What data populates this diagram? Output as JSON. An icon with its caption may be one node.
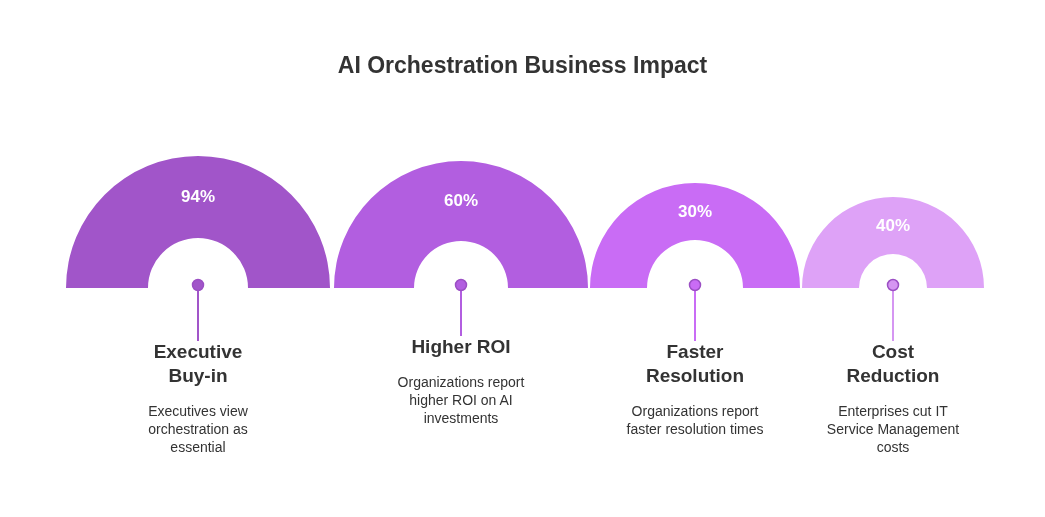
{
  "diagram": {
    "title": "AI Orchestration Business Impact",
    "nodes": [
      {
        "text": [
          "94%"
        ]
      },
      {
        "text": [
          "Executive Buy-in",
          "Executives view orchestration as essential"
        ]
      },
      {
        "text": [
          "60%"
        ]
      },
      {
        "text": [
          "Higher ROI",
          "Organizations report higher ROI on AI investments"
        ]
      },
      {
        "text": [
          "30%"
        ]
      },
      {
        "text": [
          "Faster Resolution",
          "Organizations report faster resolution times"
        ]
      },
      {
        "text": [
          "40%"
        ]
      },
      {
        "text": [
          "Cost Reduction",
          "Enterprises cut IT Service Management costs"
        ]
      }
    ],
    "edges": [
      {
        "from": 0,
        "to": 1,
        "arrow": "other",
        "color": "#a155c9"
      },
      {
        "from": 2,
        "to": 3,
        "arrow": "other",
        "color": "#b25ee0"
      },
      {
        "from": 4,
        "to": 5,
        "arrow": "other",
        "color": "#c96cf5"
      },
      {
        "from": 6,
        "to": 7,
        "arrow": "other",
        "color": "#d596f2"
      }
    ]
  }
}
